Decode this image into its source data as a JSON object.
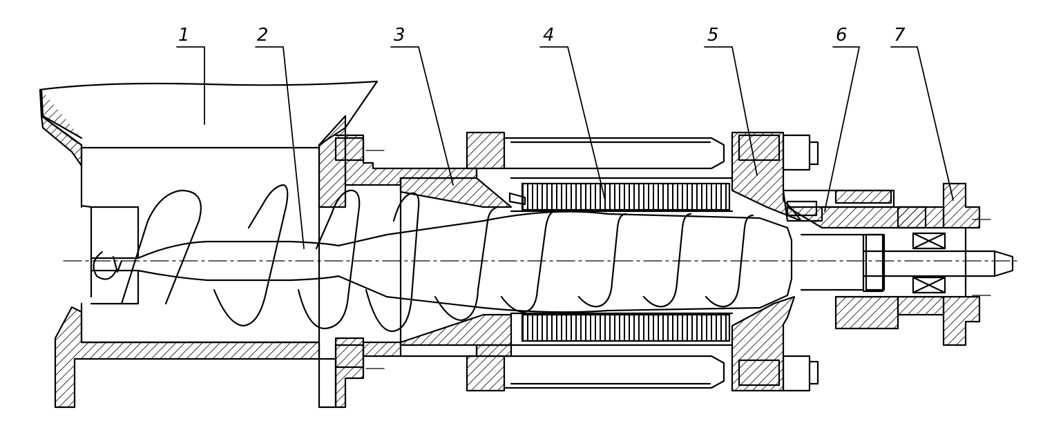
{
  "callouts": [
    "1",
    "2",
    "3",
    "4",
    "5",
    "6",
    "7"
  ],
  "colors": {
    "ink": "#000000",
    "paper": "#ffffff"
  }
}
